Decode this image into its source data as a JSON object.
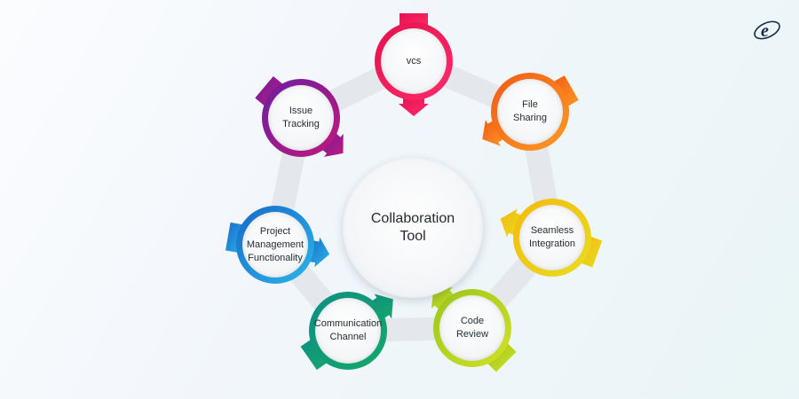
{
  "title": "Collaboration\nTool",
  "nodes": [
    {
      "id": "vcs",
      "label": "vcs",
      "color": "#e4124f",
      "color2": "#ff2a6a"
    },
    {
      "id": "file-sharing",
      "label": "File\nSharing",
      "color": "#f25a13",
      "color2": "#ff9a26"
    },
    {
      "id": "seamless-integration",
      "label": "Seamless\nIntegration",
      "color": "#f5b90d",
      "color2": "#e7dd22"
    },
    {
      "id": "code-review",
      "label": "Code\nReview",
      "color": "#9bc61a",
      "color2": "#d2e126"
    },
    {
      "id": "communication-channel",
      "label": "Communication\nChannel",
      "color": "#0f8f82",
      "color2": "#14a86a"
    },
    {
      "id": "project-management",
      "label": "Project\nManagement\nFunctionality",
      "color": "#1769c9",
      "color2": "#2cb6e8"
    },
    {
      "id": "issue-tracking",
      "label": "Issue\nTracking",
      "color": "#6a1fa2",
      "color2": "#c2187a"
    }
  ],
  "colors": {
    "ring_track": "#e4e8ec",
    "logo": "#1a2b48"
  },
  "icons": [
    "logo-e-icon"
  ]
}
